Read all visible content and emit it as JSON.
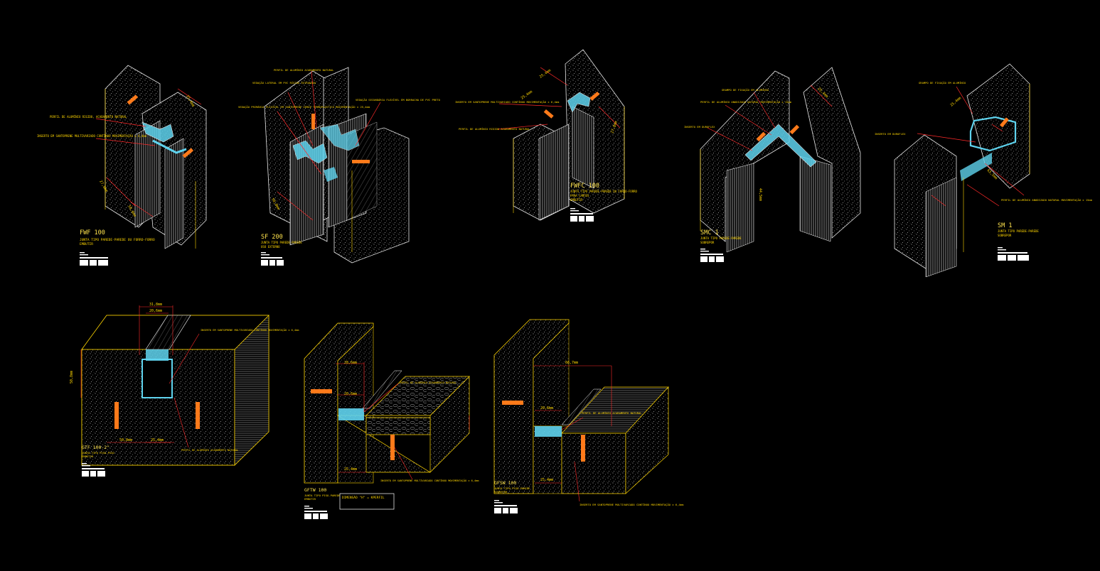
{
  "colors": {
    "background": "#000000",
    "annotation": "#ffd600",
    "dimension": "#ff2a2a",
    "title": "#ffe34d",
    "profile": "#5fd3ee",
    "insert": "#ff7a1a",
    "wall": "#cfcfcf",
    "hatch": "#d8d8d8",
    "text": "#ffffff"
  },
  "details": [
    {
      "id": "fwf100",
      "title": "FWF 100",
      "subtitle_lines": [
        "JUNTA TIPO PAREDE-PAREDE OU FORRO-FORRO",
        "EMBUTIR"
      ],
      "labels": [
        "PERFIL DE ALUMÍNIO RIGIDO, ACABAMENTO NATURAL",
        "INSERTO EM SANTOPRENE MULTIVARIADO CONTÍNUO MOVIMENTAÇÃO ± 6,4mm"
      ],
      "dimensions": [
        "25,4mm",
        "27,0mm",
        "50,8mm"
      ],
      "icon": "isometric-corner-joint-icon"
    },
    {
      "id": "sf200",
      "title": "SF 200",
      "subtitle_lines": [
        "JUNTA TIPO PAREDE-PAREDE",
        "USO EXTERNO"
      ],
      "labels": [
        "PERFIL DE ALUMÍNIO ACABAMENTO NATURAL",
        "VEDAÇÃO LATERAL EM PVC RÍGIDO EXTRUDADO",
        "VEDAÇÃO PRIMÁRIA FLEXÍVEL EM SANTOPRENE VERDE TERMOPLÁSTICO MOVIMENTAÇÃO ± 25,4mm",
        "VEDAÇÃO SECUNDÁRIA FLEXÍVEL EM BORRACHA DE PVC PRETO"
      ],
      "dimensions": [
        "50,8mm"
      ],
      "icon": "isometric-double-seal-joint-icon"
    },
    {
      "id": "fwfc100",
      "title": "FWFC 100",
      "subtitle_lines": [
        "JUNTA TIPO PAREDE-PAREDE OU FORRO-FORRO",
        "PARA CANTOS",
        "EMBUTIR"
      ],
      "labels": [
        "INSERTO EM SANTOPRENE MULTIVARIADO CONTÍNUO MOVIMENTAÇÃO ± 6,4mm",
        "PERFIL DE ALUMÍNIO RIGIDO ACABAMENTO NATURAL"
      ],
      "dimensions": [
        "25,4mm",
        "25,4mm",
        "27,0mm"
      ],
      "icon": "isometric-corner-cover-icon"
    },
    {
      "id": "smc1",
      "title": "SMC 1",
      "subtitle_lines": [
        "JUNTA TIPO PAREDE-PAREDE",
        "SOBREPOR"
      ],
      "labels": [
        "GRAMPO DE FIXAÇÃO EM ALUMÍNIO",
        "PERFIL DE ALUMÍNIO ANODIZADO NATURAL MOVIMENTAÇÃO ± 15mm",
        "INSERTO EM DUROFLEX"
      ],
      "dimensions": [
        "25,4mm",
        "44,5mm"
      ],
      "icon": "isometric-surface-joint-icon"
    },
    {
      "id": "sm1",
      "title": "SM 1",
      "subtitle_lines": [
        "JUNTA TIPO PAREDE-PAREDE",
        "SOBREPOR"
      ],
      "labels": [
        "GRAMPO DE FIXAÇÃO EM ALUMÍNIO",
        "INSERTO EM DUROFLEX",
        "PERFIL DE ALUMÍNIO ANODIZADO NATURAL MOVIMENTAÇÃO ± 15mm"
      ],
      "dimensions": [
        "25,4mm",
        "63,5mm"
      ],
      "icon": "isometric-surface-clip-icon"
    },
    {
      "id": "gtf100",
      "title": "GTF 100-2\"",
      "subtitle_lines": [
        "JUNTA TIPO PISO-PISO",
        "EMBUTIR"
      ],
      "labels": [
        "INSERTO EM SANTOPRENE MULTIVARIADO CONTÍNUO MOVIMENTAÇÃO ± 6,4mm",
        "PERFIL DE ALUMÍNIO ACABAMENTO NATURAL"
      ],
      "dimensions": [
        "31,8mm",
        "20,6mm",
        "50,8mm",
        "50,8mm",
        "25,4mm"
      ],
      "icon": "floor-joint-section-icon"
    },
    {
      "id": "gftw100",
      "title": "GFTW 100",
      "subtitle_lines": [
        "JUNTA TIPO PISO-PAREDE",
        "EMBUTIR"
      ],
      "labels": [
        "PERFIL DE ALUMÍNIO ACABAMENTO NATURAL",
        "INSERTO EM SANTOPRENE MULTIVARIADO CONTÍNUO MOVIMENTAÇÃO ± 6,4mm"
      ],
      "dimensions": [
        "28,6mm",
        "20,6mm",
        "25,4mm"
      ],
      "note": "DIMENSÃO \"H\" = KPERFIL",
      "icon": "floor-wall-joint-icon"
    },
    {
      "id": "gfsw100",
      "title": "GFSW 100",
      "subtitle_lines": [
        "JUNTA TIPO PISO-PAREDE",
        "SOBREPOR"
      ],
      "labels": [
        "PERFIL DE ALUMÍNIO ACABAMENTO NATURAL",
        "INSERTO EM SANTOPRENE MULTIVARIADO CONTÍNUO MOVIMENTAÇÃO ± 6,4mm"
      ],
      "dimensions": [
        "66,7mm",
        "20,6mm",
        "25,4mm"
      ],
      "icon": "floor-wall-surface-joint-icon"
    }
  ]
}
